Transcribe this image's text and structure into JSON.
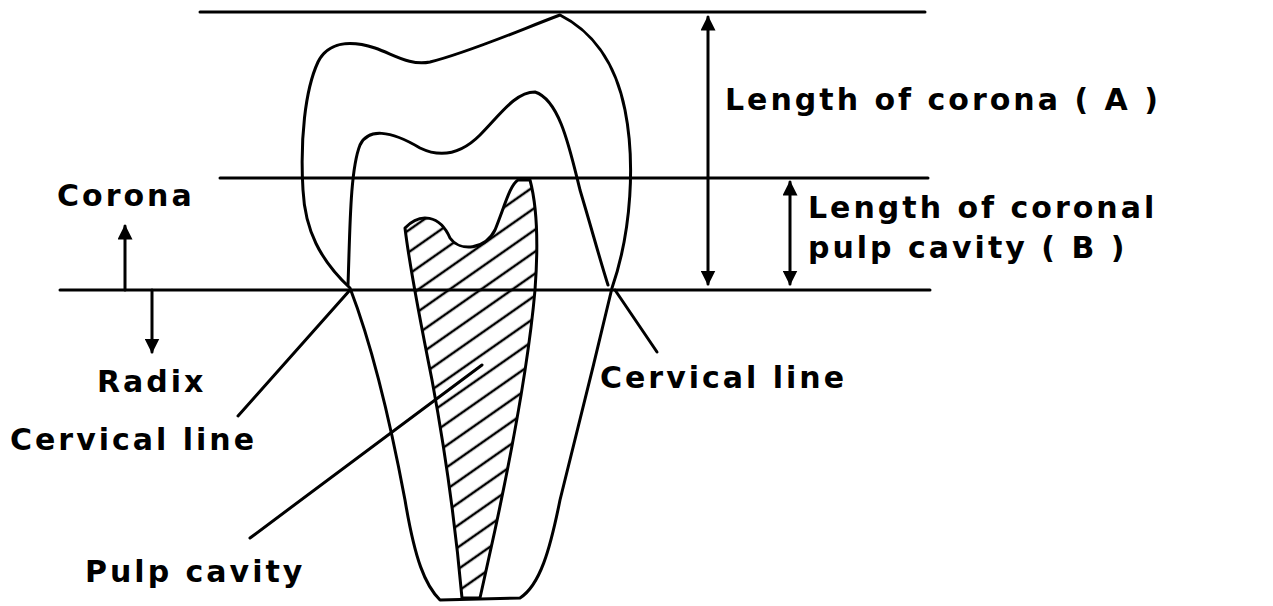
{
  "diagram": {
    "labels": [
      "Length of corona ( A )",
      "Length of coronal pulp cavity ( B )",
      "Corona",
      "Radix",
      "Cervical line",
      "Cervical line",
      "Pulp cavity"
    ]
  }
}
